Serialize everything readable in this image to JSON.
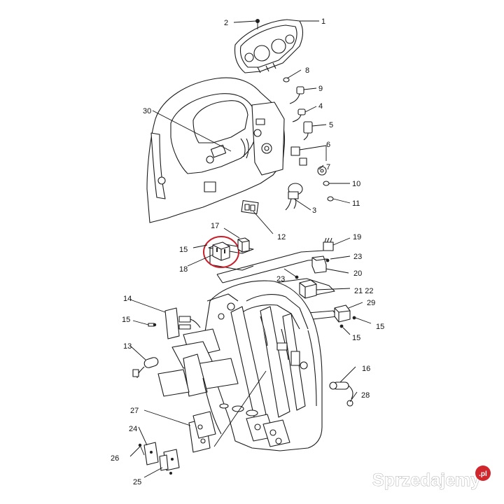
{
  "callouts": [
    {
      "id": "c1",
      "text": "1"
    },
    {
      "id": "c2",
      "text": "2"
    },
    {
      "id": "c3",
      "text": "3"
    },
    {
      "id": "c4",
      "text": "4"
    },
    {
      "id": "c5",
      "text": "5"
    },
    {
      "id": "c6",
      "text": "6"
    },
    {
      "id": "c7",
      "text": "7"
    },
    {
      "id": "c8",
      "text": "8"
    },
    {
      "id": "c9",
      "text": "9"
    },
    {
      "id": "c10",
      "text": "10"
    },
    {
      "id": "c11",
      "text": "11"
    },
    {
      "id": "c12",
      "text": "12"
    },
    {
      "id": "c13",
      "text": "13"
    },
    {
      "id": "c14",
      "text": "14"
    },
    {
      "id": "c15a",
      "text": "15"
    },
    {
      "id": "c15b",
      "text": "15"
    },
    {
      "id": "c15c",
      "text": "15"
    },
    {
      "id": "c15d",
      "text": "15"
    },
    {
      "id": "c16",
      "text": "16"
    },
    {
      "id": "c17",
      "text": "17"
    },
    {
      "id": "c18",
      "text": "18"
    },
    {
      "id": "c19",
      "text": "19"
    },
    {
      "id": "c20",
      "text": "20"
    },
    {
      "id": "c2122",
      "text": "21 22"
    },
    {
      "id": "c23a",
      "text": "23"
    },
    {
      "id": "c23b",
      "text": "23"
    },
    {
      "id": "c24",
      "text": "24"
    },
    {
      "id": "c25",
      "text": "25"
    },
    {
      "id": "c26",
      "text": "26"
    },
    {
      "id": "c27",
      "text": "27"
    },
    {
      "id": "c28",
      "text": "28"
    },
    {
      "id": "c29",
      "text": "29"
    },
    {
      "id": "c30",
      "text": "30"
    }
  ],
  "highlight": {
    "color": "#c8202a"
  },
  "watermark": {
    "text": "Sprzedajemy",
    "suffix": ".pl",
    "brand_color": "#d0262e"
  }
}
